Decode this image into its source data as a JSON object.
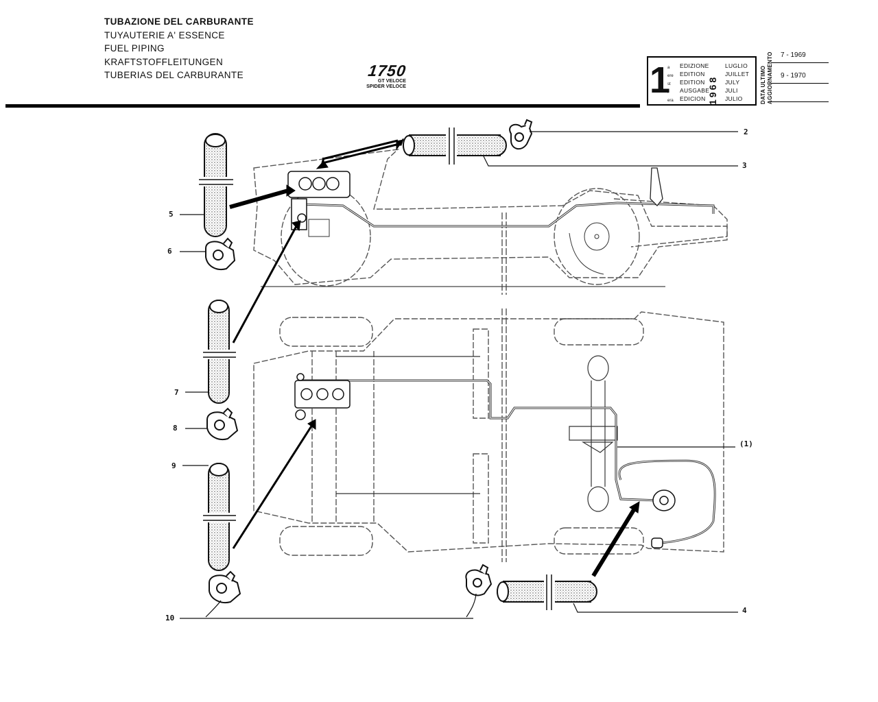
{
  "header": {
    "title_it": "TUBAZIONE DEL CARBURANTE",
    "title_fr": "TUYAUTERIE A' ESSENCE",
    "title_en": "FUEL PIPING",
    "title_de": "KRAFTSTOFFLEITUNGEN",
    "title_es": "TUBERIAS DEL CARBURANTE"
  },
  "model": {
    "name": "1750",
    "variant_1": "GT VELOCE",
    "variant_2": "SPIDER VELOCE"
  },
  "edition": {
    "number": "1",
    "suffixes": [
      "a",
      "ere",
      "st",
      ".",
      "era"
    ],
    "labels": [
      "EDIZIONE",
      "EDITION",
      "EDITION",
      "AUSGABE",
      "EDICION"
    ],
    "year": "1968",
    "months": [
      "LUGLIO",
      "JUILLET",
      "JULY",
      "JULI",
      "JULIO"
    ]
  },
  "updates": {
    "label_1": "DATA ULTIMO",
    "label_2": "AGGIORNAMENTO",
    "dates": [
      "7 - 1969",
      "9 - 1970"
    ]
  },
  "callouts": [
    "2",
    "3",
    "5",
    "6",
    "7",
    "8",
    "9",
    "(1)",
    "10",
    "4"
  ]
}
